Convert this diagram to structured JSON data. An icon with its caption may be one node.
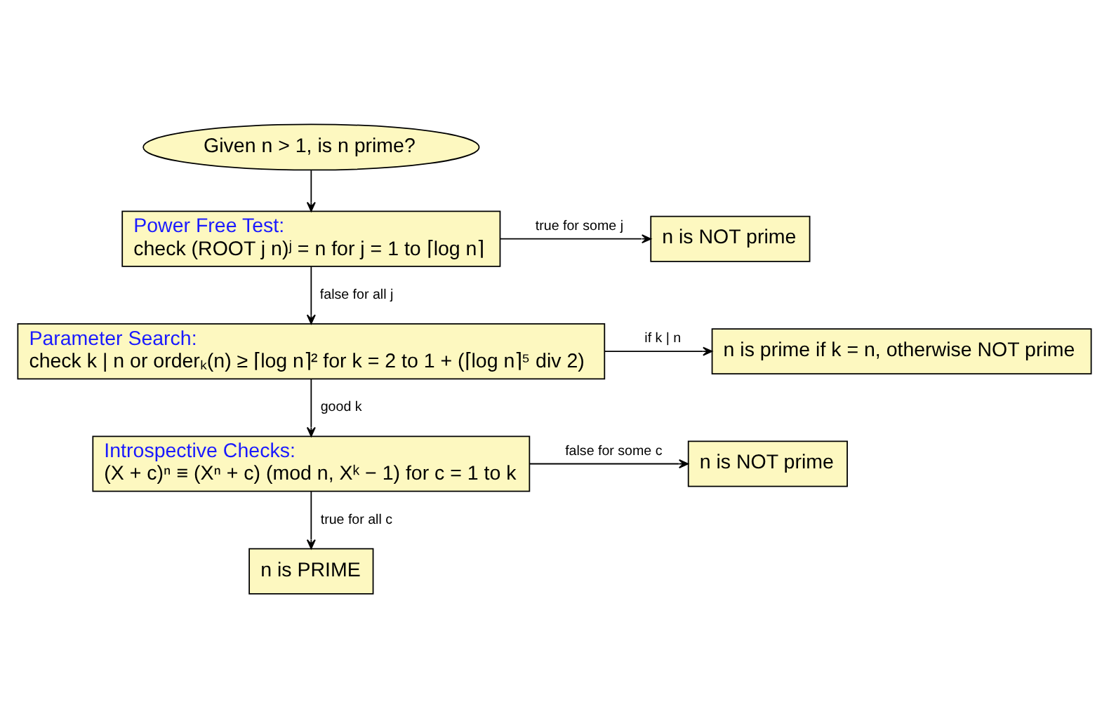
{
  "diagram": {
    "nodes": [
      {
        "text": [
          "Given n > 1, is n prime?"
        ]
      },
      {
        "text": [
          "Power Free Test:",
          "check (ROOT j n)ʲ = n for j = 1 to ⌈log n⌉"
        ]
      },
      {
        "text": [
          "n is NOT prime"
        ]
      },
      {
        "text": [
          "Parameter Search:",
          "check k | n or orderₖ(n) ≥ ⌈log n⌉² for k = 2 to 1 + (⌈log n⌉⁵ div 2)"
        ]
      },
      {
        "text": [
          "n is prime if k = n, otherwise NOT prime"
        ]
      },
      {
        "text": [
          "Introspective Checks:",
          "(X + c)ⁿ ≡ (Xⁿ + c) (mod n, Xᵏ − 1) for c = 1 to k"
        ]
      },
      {
        "text": [
          "n is NOT prime"
        ]
      },
      {
        "text": [
          "n is PRIME"
        ]
      }
    ],
    "edges": [
      {
        "from": 0,
        "to": 1,
        "arrow": "to"
      },
      {
        "from": 1,
        "to": 2,
        "arrow": "to",
        "label": "true for some j"
      },
      {
        "from": 1,
        "to": 3,
        "arrow": "to",
        "label": "false for all j"
      },
      {
        "from": 3,
        "to": 4,
        "arrow": "to",
        "label": "if k | n"
      },
      {
        "from": 3,
        "to": 5,
        "arrow": "to",
        "label": "good k"
      },
      {
        "from": 5,
        "to": 6,
        "arrow": "to",
        "label": "false for some c"
      },
      {
        "from": 5,
        "to": 7,
        "arrow": "to",
        "label": "true for all c"
      }
    ]
  }
}
